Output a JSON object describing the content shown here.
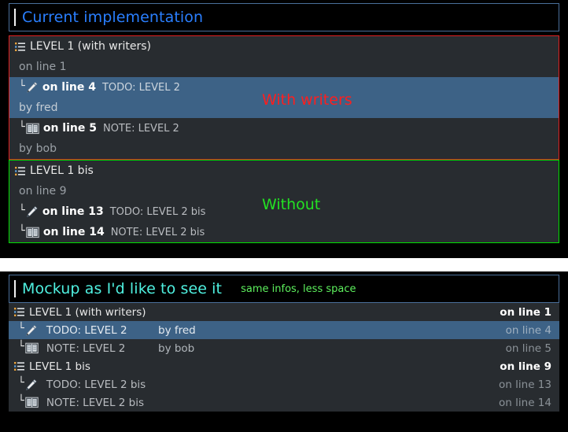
{
  "panels": [
    {
      "id": "current",
      "title": "Current implementation",
      "title_color": "#2a7fff",
      "subnote": "",
      "annotations": [
        {
          "text": "With writers",
          "color": "#ff1e1e"
        },
        {
          "text": "Without",
          "color": "#23e223"
        }
      ],
      "groups": [
        {
          "border_color": "#e02020",
          "rows": [
            {
              "icon": "list-icon",
              "label": "LEVEL 1 (with writers)",
              "meta": "on line 1",
              "selected": false,
              "level": 1
            },
            {
              "icon": "pencil-icon",
              "elbow": "└",
              "line": "on line 4",
              "label": "TODO: LEVEL 2",
              "meta": "by fred",
              "selected": true,
              "level": 2
            },
            {
              "icon": "book-icon",
              "elbow": "└",
              "line": "on line 5",
              "label": "NOTE: LEVEL 2",
              "meta": "by bob",
              "selected": false,
              "level": 2
            }
          ]
        },
        {
          "border_color": "#00e000",
          "rows": [
            {
              "icon": "list-icon",
              "label": "LEVEL 1 bis",
              "meta": "on line 9",
              "selected": false,
              "level": 1
            },
            {
              "icon": "pencil-icon",
              "elbow": "└",
              "line": "on line 13",
              "label": "TODO: LEVEL 2 bis",
              "meta": "",
              "selected": false,
              "level": 2
            },
            {
              "icon": "book-icon",
              "elbow": "└",
              "line": "on line 14",
              "label": "NOTE: LEVEL 2 bis",
              "meta": "",
              "selected": false,
              "level": 2
            }
          ]
        }
      ]
    },
    {
      "id": "mockup",
      "title": "Mockup as I'd like to see it",
      "title_color": "#4ff0e0",
      "subnote": "same infos, less space",
      "rows": [
        {
          "icon": "list-icon",
          "label": "LEVEL 1 (with writers)",
          "writer": "",
          "lineno": "on line 1",
          "lineno_strong": true,
          "selected": false,
          "level": 1
        },
        {
          "icon": "pencil-icon",
          "elbow": "└",
          "label": "TODO: LEVEL 2",
          "writer": "by fred",
          "lineno": "on line 4",
          "lineno_strong": false,
          "selected": true,
          "level": 2
        },
        {
          "icon": "book-icon",
          "elbow": "└",
          "label": "NOTE: LEVEL 2",
          "writer": "by bob",
          "lineno": "on line 5",
          "lineno_strong": false,
          "selected": false,
          "level": 2
        },
        {
          "icon": "list-icon",
          "label": "LEVEL 1 bis",
          "writer": "",
          "lineno": "on line 9",
          "lineno_strong": true,
          "selected": false,
          "level": 1
        },
        {
          "icon": "pencil-icon",
          "elbow": "└",
          "label": "TODO: LEVEL 2 bis",
          "writer": "",
          "lineno": "on line 13",
          "lineno_strong": false,
          "selected": false,
          "level": 2
        },
        {
          "icon": "book-icon",
          "elbow": "└",
          "label": "NOTE: LEVEL 2 bis",
          "writer": "",
          "lineno": "on line 14",
          "lineno_strong": false,
          "selected": false,
          "level": 2
        }
      ]
    }
  ],
  "colors": {
    "panel_bg": "#282c30",
    "selection": "#3d6286",
    "title_border": "#4a6f9a",
    "red_border": "#e02020",
    "green_border": "#00e000",
    "black": "#000000"
  }
}
